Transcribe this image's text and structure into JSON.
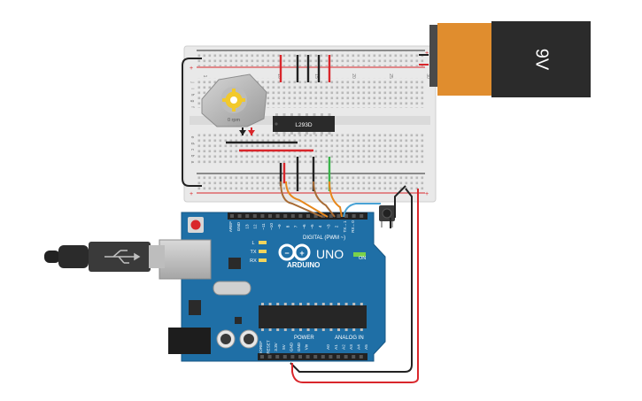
{
  "battery": {
    "label": "9V"
  },
  "motor": {
    "speed_label": "0 rpm"
  },
  "chip": {
    "label": "L293D"
  },
  "arduino": {
    "brand": "ARDUINO",
    "model": "UNO",
    "on_label": "ON",
    "digital_label": "DIGITAL (PWM ~)",
    "power_label": "POWER",
    "analog_label": "ANALOG IN",
    "led_labels": [
      "L",
      "TX",
      "RX"
    ],
    "top_pins": [
      "AREF",
      "GND",
      "13",
      "12",
      "~11",
      "~10",
      "~9",
      "8",
      "7",
      "~6",
      "~5",
      "4",
      "~3",
      "2",
      "TX→1",
      "RX←0"
    ],
    "bottom_pins": [
      "IOREF",
      "RESET",
      "3.3V",
      "5V",
      "GND",
      "GND",
      "Vin",
      "A0",
      "A1",
      "A2",
      "A3",
      "A4",
      "A5"
    ]
  },
  "breadboard": {
    "top_cols": [
      "1",
      "5",
      "10",
      "15",
      "20",
      "25",
      "30"
    ],
    "rows_top": [
      "j",
      "i",
      "h",
      "g",
      "f"
    ],
    "rows_bottom": [
      "e",
      "d",
      "c",
      "b",
      "a"
    ]
  },
  "colors": {
    "board": "#1f6fa6",
    "breadboard": "#e6e6e6",
    "wire_red": "#d9262b",
    "wire_black": "#222222",
    "wire_orange": "#e6871c",
    "wire_brown": "#a86c36",
    "wire_blue": "#4aa3d6",
    "wire_green": "#3ab34a",
    "battery_body": "#2b2b2b",
    "battery_cap": "#e08d2e"
  }
}
